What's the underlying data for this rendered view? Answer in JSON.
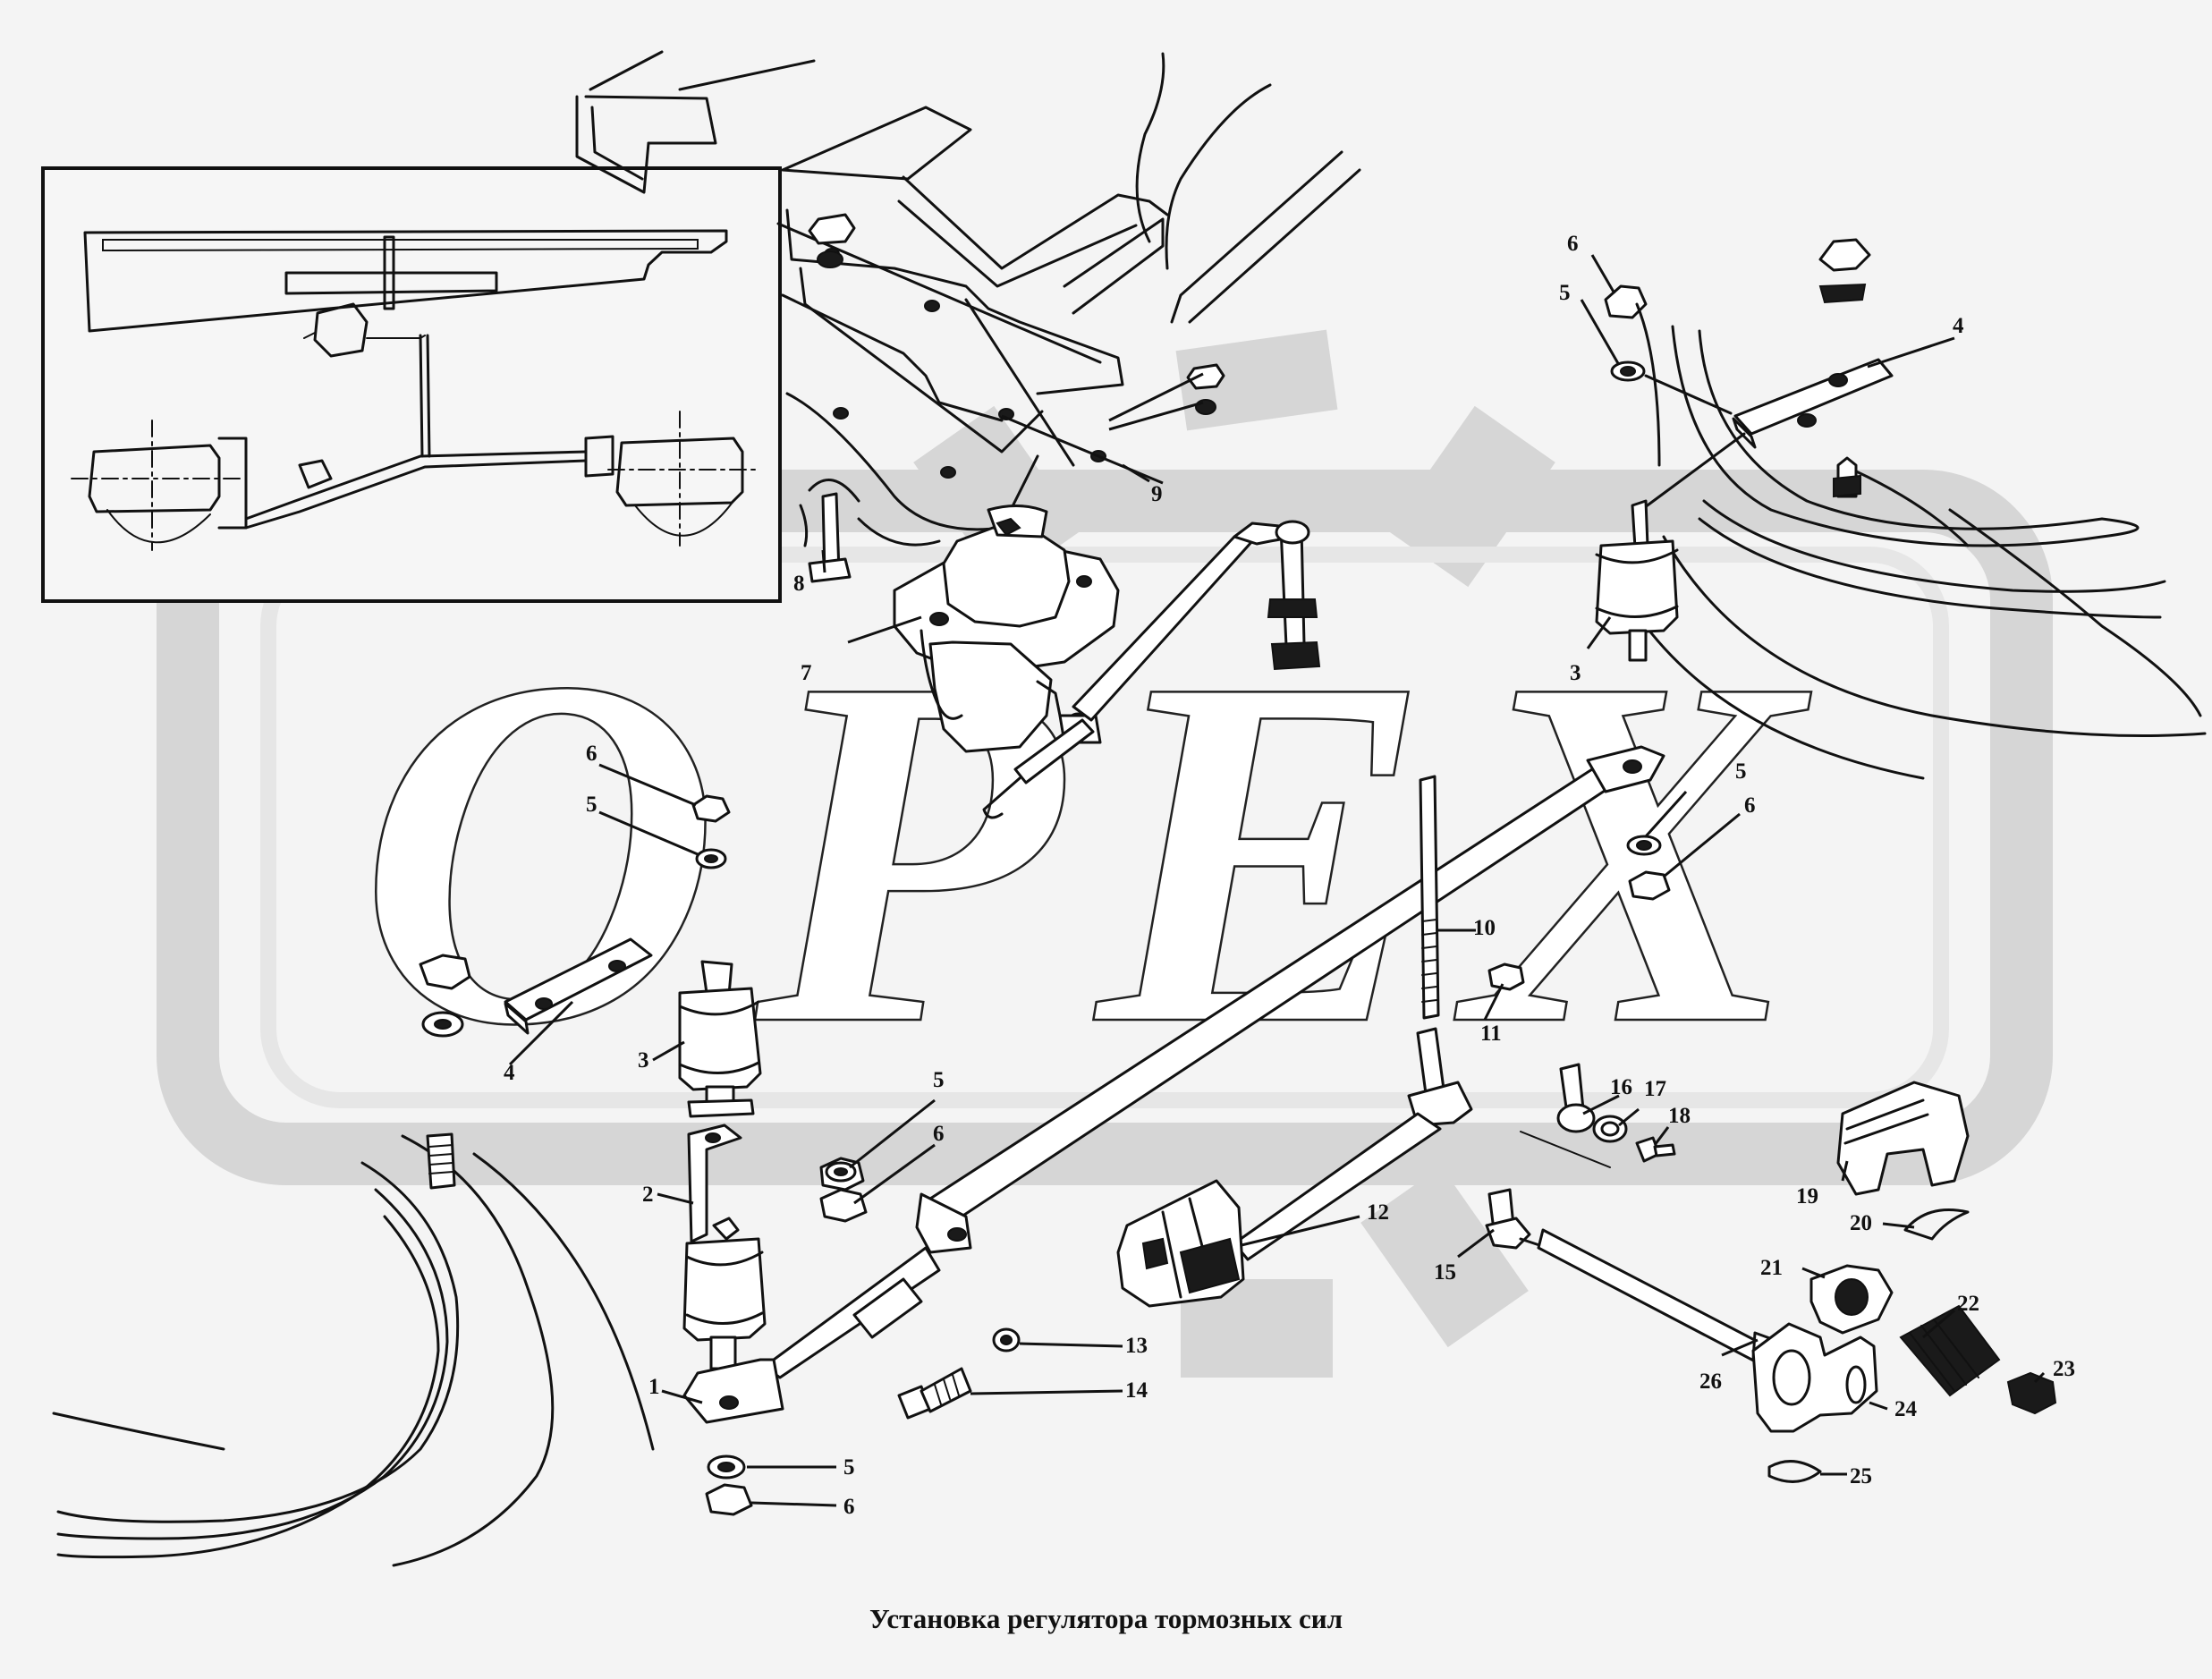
{
  "caption": "Установка регулятора тормозных сил",
  "watermark": "OPEX",
  "colors": {
    "background": "#f4f4f4",
    "watermark": "#d6d6d6",
    "ink": "#111111"
  },
  "callouts": [
    {
      "id": "c1",
      "text": "1"
    },
    {
      "id": "c2",
      "text": "2"
    },
    {
      "id": "c3a",
      "text": "3"
    },
    {
      "id": "c3b",
      "text": "3"
    },
    {
      "id": "c4a",
      "text": "4"
    },
    {
      "id": "c4b",
      "text": "4"
    },
    {
      "id": "c5a",
      "text": "5"
    },
    {
      "id": "c5b",
      "text": "5"
    },
    {
      "id": "c5c",
      "text": "5"
    },
    {
      "id": "c5d",
      "text": "5"
    },
    {
      "id": "c5e",
      "text": "5"
    },
    {
      "id": "c6a",
      "text": "6"
    },
    {
      "id": "c6b",
      "text": "6"
    },
    {
      "id": "c6c",
      "text": "6"
    },
    {
      "id": "c6d",
      "text": "6"
    },
    {
      "id": "c6e",
      "text": "6"
    },
    {
      "id": "c7",
      "text": "7"
    },
    {
      "id": "c8",
      "text": "8"
    },
    {
      "id": "c9",
      "text": "9"
    },
    {
      "id": "c10",
      "text": "10"
    },
    {
      "id": "c11",
      "text": "11"
    },
    {
      "id": "c12",
      "text": "12"
    },
    {
      "id": "c13",
      "text": "13"
    },
    {
      "id": "c14",
      "text": "14"
    },
    {
      "id": "c15",
      "text": "15"
    },
    {
      "id": "c16",
      "text": "16"
    },
    {
      "id": "c17",
      "text": "17"
    },
    {
      "id": "c18",
      "text": "18"
    },
    {
      "id": "c19",
      "text": "19"
    },
    {
      "id": "c20",
      "text": "20"
    },
    {
      "id": "c21",
      "text": "21"
    },
    {
      "id": "c22",
      "text": "22"
    },
    {
      "id": "c23",
      "text": "23"
    },
    {
      "id": "c24",
      "text": "24"
    },
    {
      "id": "c25",
      "text": "25"
    },
    {
      "id": "c26",
      "text": "26"
    }
  ]
}
